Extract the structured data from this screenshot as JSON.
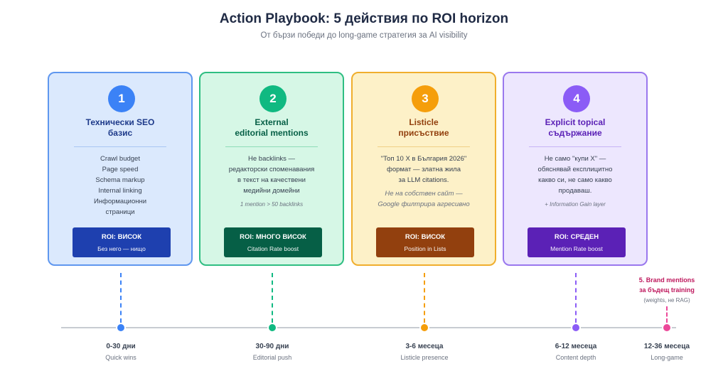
{
  "header": {
    "title": "Action Playbook: 5 действия по ROI horizon",
    "subtitle": "От бързи победи до long-game стратегия за AI visibility"
  },
  "colors": {
    "blue": "#3b82f6",
    "green": "#10b981",
    "amber": "#f59e0b",
    "purple": "#8b5cf6",
    "pink": "#ec4899"
  },
  "cards": [
    {
      "number": "1",
      "title": "Технически SEO\nбазис",
      "lines": [
        "Crawl budget",
        "Page speed",
        "Schema markup",
        "Internal linking",
        "Информационни\nстраници"
      ],
      "roi_label": "ROI: ВИСОК",
      "roi_sub": "Без него — нищо"
    },
    {
      "number": "2",
      "title": "External\neditorial mentions",
      "lines": [
        "Не backlinks —\nредакторски споменавания\nв текст на качествени\nмедийни домейни"
      ],
      "note": "1 mention > 50 backlinks",
      "roi_label": "ROI: МНОГО ВИСОК",
      "roi_sub": "Citation Rate boost"
    },
    {
      "number": "3",
      "title": "Listicle\nприсъствие",
      "lines": [
        "\"Топ 10 X в България 2026\"\nформат — златна жила\nза LLM citations."
      ],
      "italic": "Не на собствен сайт —\nGoogle филтрира агресивно",
      "roi_label": "ROI: ВИСОК",
      "roi_sub": "Position in Lists"
    },
    {
      "number": "4",
      "title": "Explicit topical\nсъдържание",
      "lines": [
        "Не само \"купи X\" —\nобяснявай експлицитно\nкакво си, не само какво\nпродаваш."
      ],
      "note": "+ Information Gain layer",
      "roi_label": "ROI: СРЕДЕН",
      "roi_sub": "Mention Rate boost"
    }
  ],
  "brand_mentions": {
    "label": "5. Brand mentions\nза бъдещ training",
    "note": "(weights, не RAG)"
  },
  "timeline": [
    {
      "label": "0-30 дни",
      "sub": "Quick wins"
    },
    {
      "label": "30-90 дни",
      "sub": "Editorial push"
    },
    {
      "label": "3-6 месеца",
      "sub": "Listicle presence"
    },
    {
      "label": "6-12 месеца",
      "sub": "Content depth"
    },
    {
      "label": "12-36 месеца",
      "sub": "Long-game"
    }
  ]
}
